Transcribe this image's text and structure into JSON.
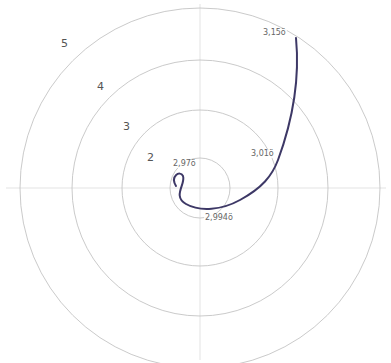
{
  "diagram": {
    "labels": [
      "2",
      "3",
      "4",
      "5",
      "2,97ö",
      "2,994ö",
      "3,01ö",
      "3,15ö"
    ]
  }
}
